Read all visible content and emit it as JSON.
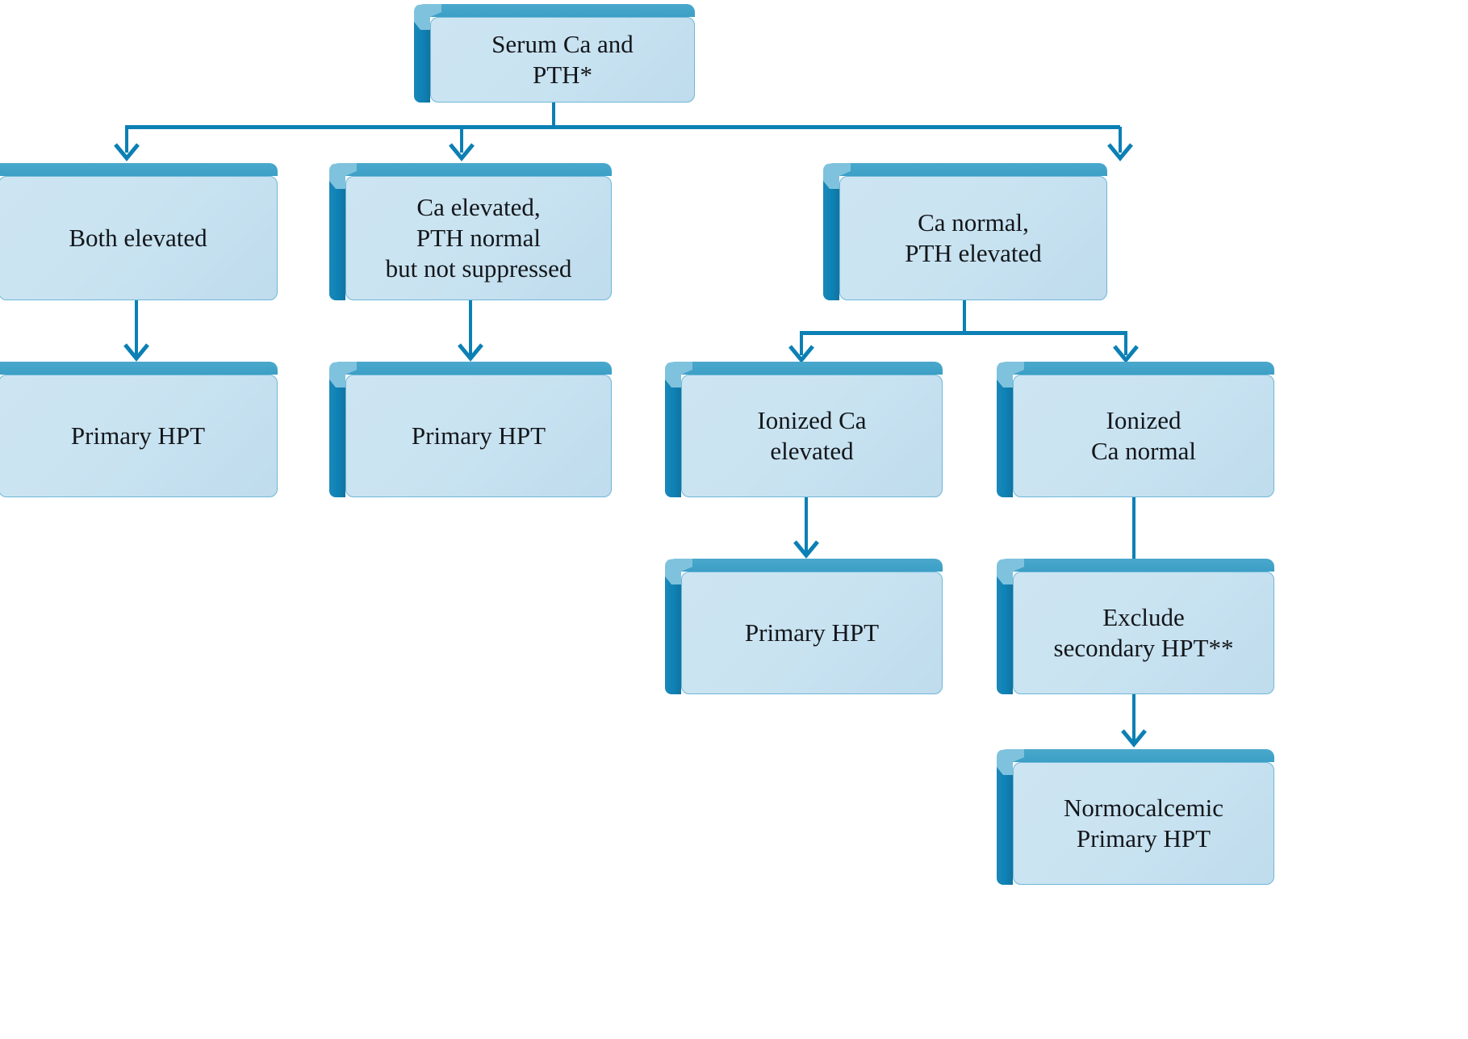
{
  "diagram": {
    "title": "Serum calcium and PTH diagnostic algorithm for hyperparathyroidism",
    "type": "flowchart",
    "colors": {
      "box_face": "#cde5f2",
      "box_top": "#3c9fc6",
      "box_side": "#0e82b5",
      "connector": "#0c80b4",
      "text": "#13161a",
      "background": "#ffffff"
    },
    "nodes": [
      {
        "id": "root",
        "label": "Serum Ca and\nPTH*"
      },
      {
        "id": "both-elevated",
        "label": "Both elevated"
      },
      {
        "id": "ca-elev-pth-norm",
        "label": "Ca elevated,\nPTH normal\nbut not suppressed"
      },
      {
        "id": "ca-norm-pth-elev",
        "label": "Ca normal,\nPTH elevated"
      },
      {
        "id": "primary-hpt-1",
        "label": "Primary HPT"
      },
      {
        "id": "primary-hpt-2",
        "label": "Primary HPT"
      },
      {
        "id": "ionized-ca-elev",
        "label": "Ionized Ca\nelevated"
      },
      {
        "id": "ionized-ca-norm",
        "label": "Ionized\nCa normal"
      },
      {
        "id": "primary-hpt-3",
        "label": "Primary HPT"
      },
      {
        "id": "exclude-sec-hpt",
        "label": "Exclude\nsecondary HPT**"
      },
      {
        "id": "normocalcemic",
        "label": "Normocalcemic\nPrimary HPT"
      }
    ],
    "edges": [
      {
        "from": "root",
        "to": "both-elevated"
      },
      {
        "from": "root",
        "to": "ca-elev-pth-norm"
      },
      {
        "from": "root",
        "to": "ca-norm-pth-elev"
      },
      {
        "from": "both-elevated",
        "to": "primary-hpt-1"
      },
      {
        "from": "ca-elev-pth-norm",
        "to": "primary-hpt-2"
      },
      {
        "from": "ca-norm-pth-elev",
        "to": "ionized-ca-elev"
      },
      {
        "from": "ca-norm-pth-elev",
        "to": "ionized-ca-norm"
      },
      {
        "from": "ionized-ca-elev",
        "to": "primary-hpt-3"
      },
      {
        "from": "ionized-ca-norm",
        "to": "exclude-sec-hpt"
      },
      {
        "from": "exclude-sec-hpt",
        "to": "normocalcemic"
      }
    ]
  }
}
